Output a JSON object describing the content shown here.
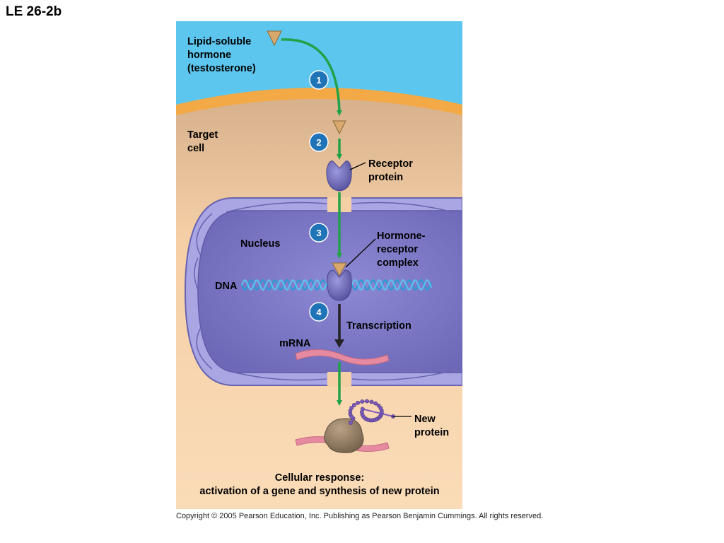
{
  "slide_title": "LE 26-2b",
  "labels": {
    "hormone": [
      "Lipid-soluble",
      "hormone",
      "(testosterone)"
    ],
    "target_cell": [
      "Target",
      "cell"
    ],
    "receptor_protein": [
      "Receptor",
      "protein"
    ],
    "nucleus": "Nucleus",
    "hormone_receptor_complex": [
      "Hormone-",
      "receptor",
      "complex"
    ],
    "dna": "DNA",
    "transcription": "Transcription",
    "mrna": "mRNA",
    "new_protein": [
      "New",
      "protein"
    ],
    "cellular_response": [
      "Cellular response:",
      "activation of a gene and synthesis of new protein"
    ]
  },
  "steps": [
    "1",
    "2",
    "3",
    "4"
  ],
  "copyright": "Copyright ©  2005 Pearson Education, Inc. Publishing as Pearson Benjamin Cummings. All rights reserved.",
  "colors": {
    "extracellular": "#5cc6ee",
    "membrane": "#f3a946",
    "cytoplasm": "#f8d7ae",
    "nucleus": "#7b78c6",
    "arrow_green": "#21a24a",
    "step_circle": "#1f73b7",
    "hormone": "#d9a86c",
    "receptor": "#7a76bf",
    "dna": "#2a9bd6",
    "mrna": "#e58aa0",
    "ribosome": "#9c8468",
    "protein_chain": "#7d5cb8"
  }
}
